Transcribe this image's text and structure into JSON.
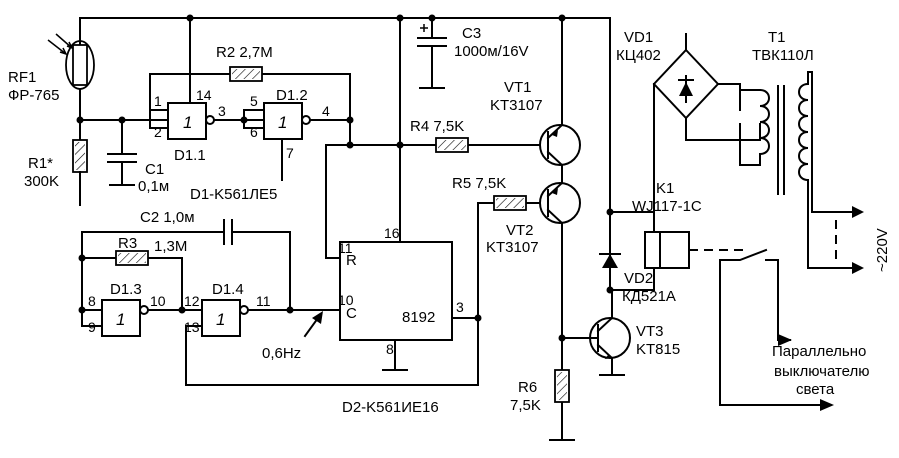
{
  "components": {
    "rf1": {
      "ref": "RF1",
      "type": "ФР-765"
    },
    "r1": {
      "ref": "R1*",
      "value": "300K"
    },
    "c1": {
      "ref": "C1",
      "value": "0,1м"
    },
    "r2": {
      "label": "R2 2,7M"
    },
    "d1_1": {
      "ref": "D1.1",
      "pin_a": "1",
      "pin_b": "2",
      "pin_vdd": "14",
      "pin_out": "3"
    },
    "d1_2": {
      "ref": "D1.2",
      "pin_a": "5",
      "pin_b": "6",
      "pin_gnd": "7",
      "pin_out": "4"
    },
    "d1_chip": {
      "label": "D1-K561ЛЕ5"
    },
    "c2": {
      "label": "C2 1,0м"
    },
    "r3": {
      "ref": "R3",
      "value": "1,3M"
    },
    "d1_3": {
      "ref": "D1.3",
      "pin_a": "8",
      "pin_b": "9",
      "pin_out": "10"
    },
    "d1_4": {
      "ref": "D1.4",
      "pin_a": "12",
      "pin_b": "13",
      "pin_out": "11"
    },
    "gate_symbol": "1",
    "freq": "0,6Hz",
    "d2": {
      "label": "D2-K561ИЕ16",
      "pin_r_num": "11",
      "pin_r": "R",
      "pin_c_num": "10",
      "pin_c": "C",
      "pin_vdd": "16",
      "pin_gnd": "8",
      "pin_out_num": "3",
      "divider": "8192"
    },
    "c3": {
      "ref": "C3",
      "value": "1000м/16V"
    },
    "vt1": {
      "ref": "VT1",
      "type": "KT3107"
    },
    "r4": {
      "label": "R4 7,5K"
    },
    "r5": {
      "label": "R5 7,5K"
    },
    "vt2": {
      "ref": "VT2",
      "type": "KT3107"
    },
    "r6": {
      "ref": "R6",
      "value": "7,5K"
    },
    "vd1": {
      "ref": "VD1",
      "type": "КЦ402"
    },
    "t1": {
      "ref": "T1",
      "type": "ТВК110Л"
    },
    "k1": {
      "ref": "K1",
      "type": "WJ117-1C"
    },
    "vd2": {
      "ref": "VD2",
      "type": "КД521А"
    },
    "vt3": {
      "ref": "VT3",
      "type": "KT815"
    },
    "mains": "~220V",
    "note": {
      "line1": "Параллельно",
      "line2": "выключателю",
      "line3": "света"
    }
  }
}
